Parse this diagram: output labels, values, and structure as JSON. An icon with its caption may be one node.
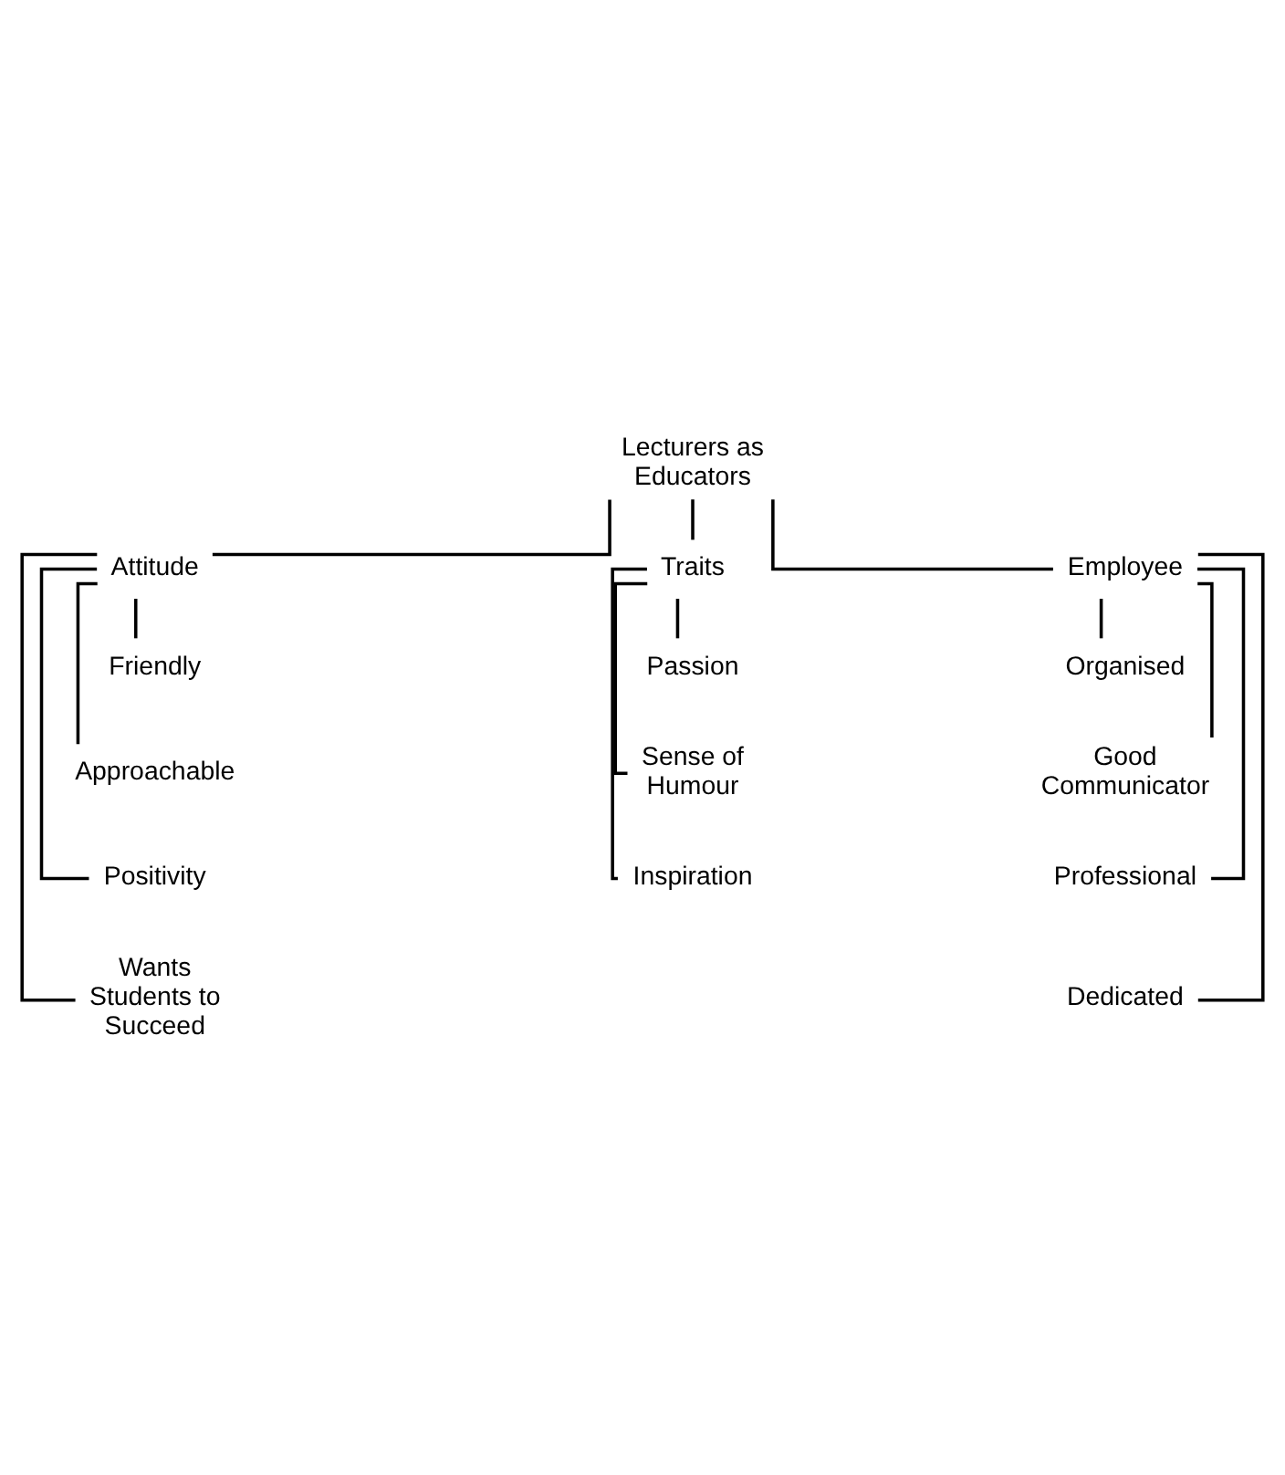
{
  "diagram": {
    "nodes": [
      {
        "text": [
          "Lecturers as Educators"
        ]
      },
      {
        "text": [
          "Attitude"
        ]
      },
      {
        "text": [
          "Traits"
        ]
      },
      {
        "text": [
          "Employee"
        ]
      },
      {
        "text": [
          "Friendly"
        ]
      },
      {
        "text": [
          "Approachable"
        ]
      },
      {
        "text": [
          "Positivity"
        ]
      },
      {
        "text": [
          "Wants Students to Succeed"
        ]
      },
      {
        "text": [
          "Passion"
        ]
      },
      {
        "text": [
          "Sense of Humour"
        ]
      },
      {
        "text": [
          "Inspiration"
        ]
      },
      {
        "text": [
          "Organised"
        ]
      },
      {
        "text": [
          "Good Communicator"
        ]
      },
      {
        "text": [
          "Professional"
        ]
      },
      {
        "text": [
          "Dedicated"
        ]
      }
    ],
    "edges": [
      {
        "from": 0,
        "to": 1,
        "arrow": "none"
      },
      {
        "from": 0,
        "to": 2,
        "arrow": "none"
      },
      {
        "from": 0,
        "to": 3,
        "arrow": "none"
      },
      {
        "from": 1,
        "to": 4,
        "arrow": "none"
      },
      {
        "from": 1,
        "to": 5,
        "arrow": "none"
      },
      {
        "from": 1,
        "to": 6,
        "arrow": "none"
      },
      {
        "from": 1,
        "to": 7,
        "arrow": "none"
      },
      {
        "from": 2,
        "to": 8,
        "arrow": "none"
      },
      {
        "from": 2,
        "to": 9,
        "arrow": "none"
      },
      {
        "from": 2,
        "to": 10,
        "arrow": "none"
      },
      {
        "from": 3,
        "to": 11,
        "arrow": "none"
      },
      {
        "from": 3,
        "to": 12,
        "arrow": "none"
      },
      {
        "from": 3,
        "to": 13,
        "arrow": "none"
      },
      {
        "from": 3,
        "to": 14,
        "arrow": "none"
      }
    ]
  }
}
